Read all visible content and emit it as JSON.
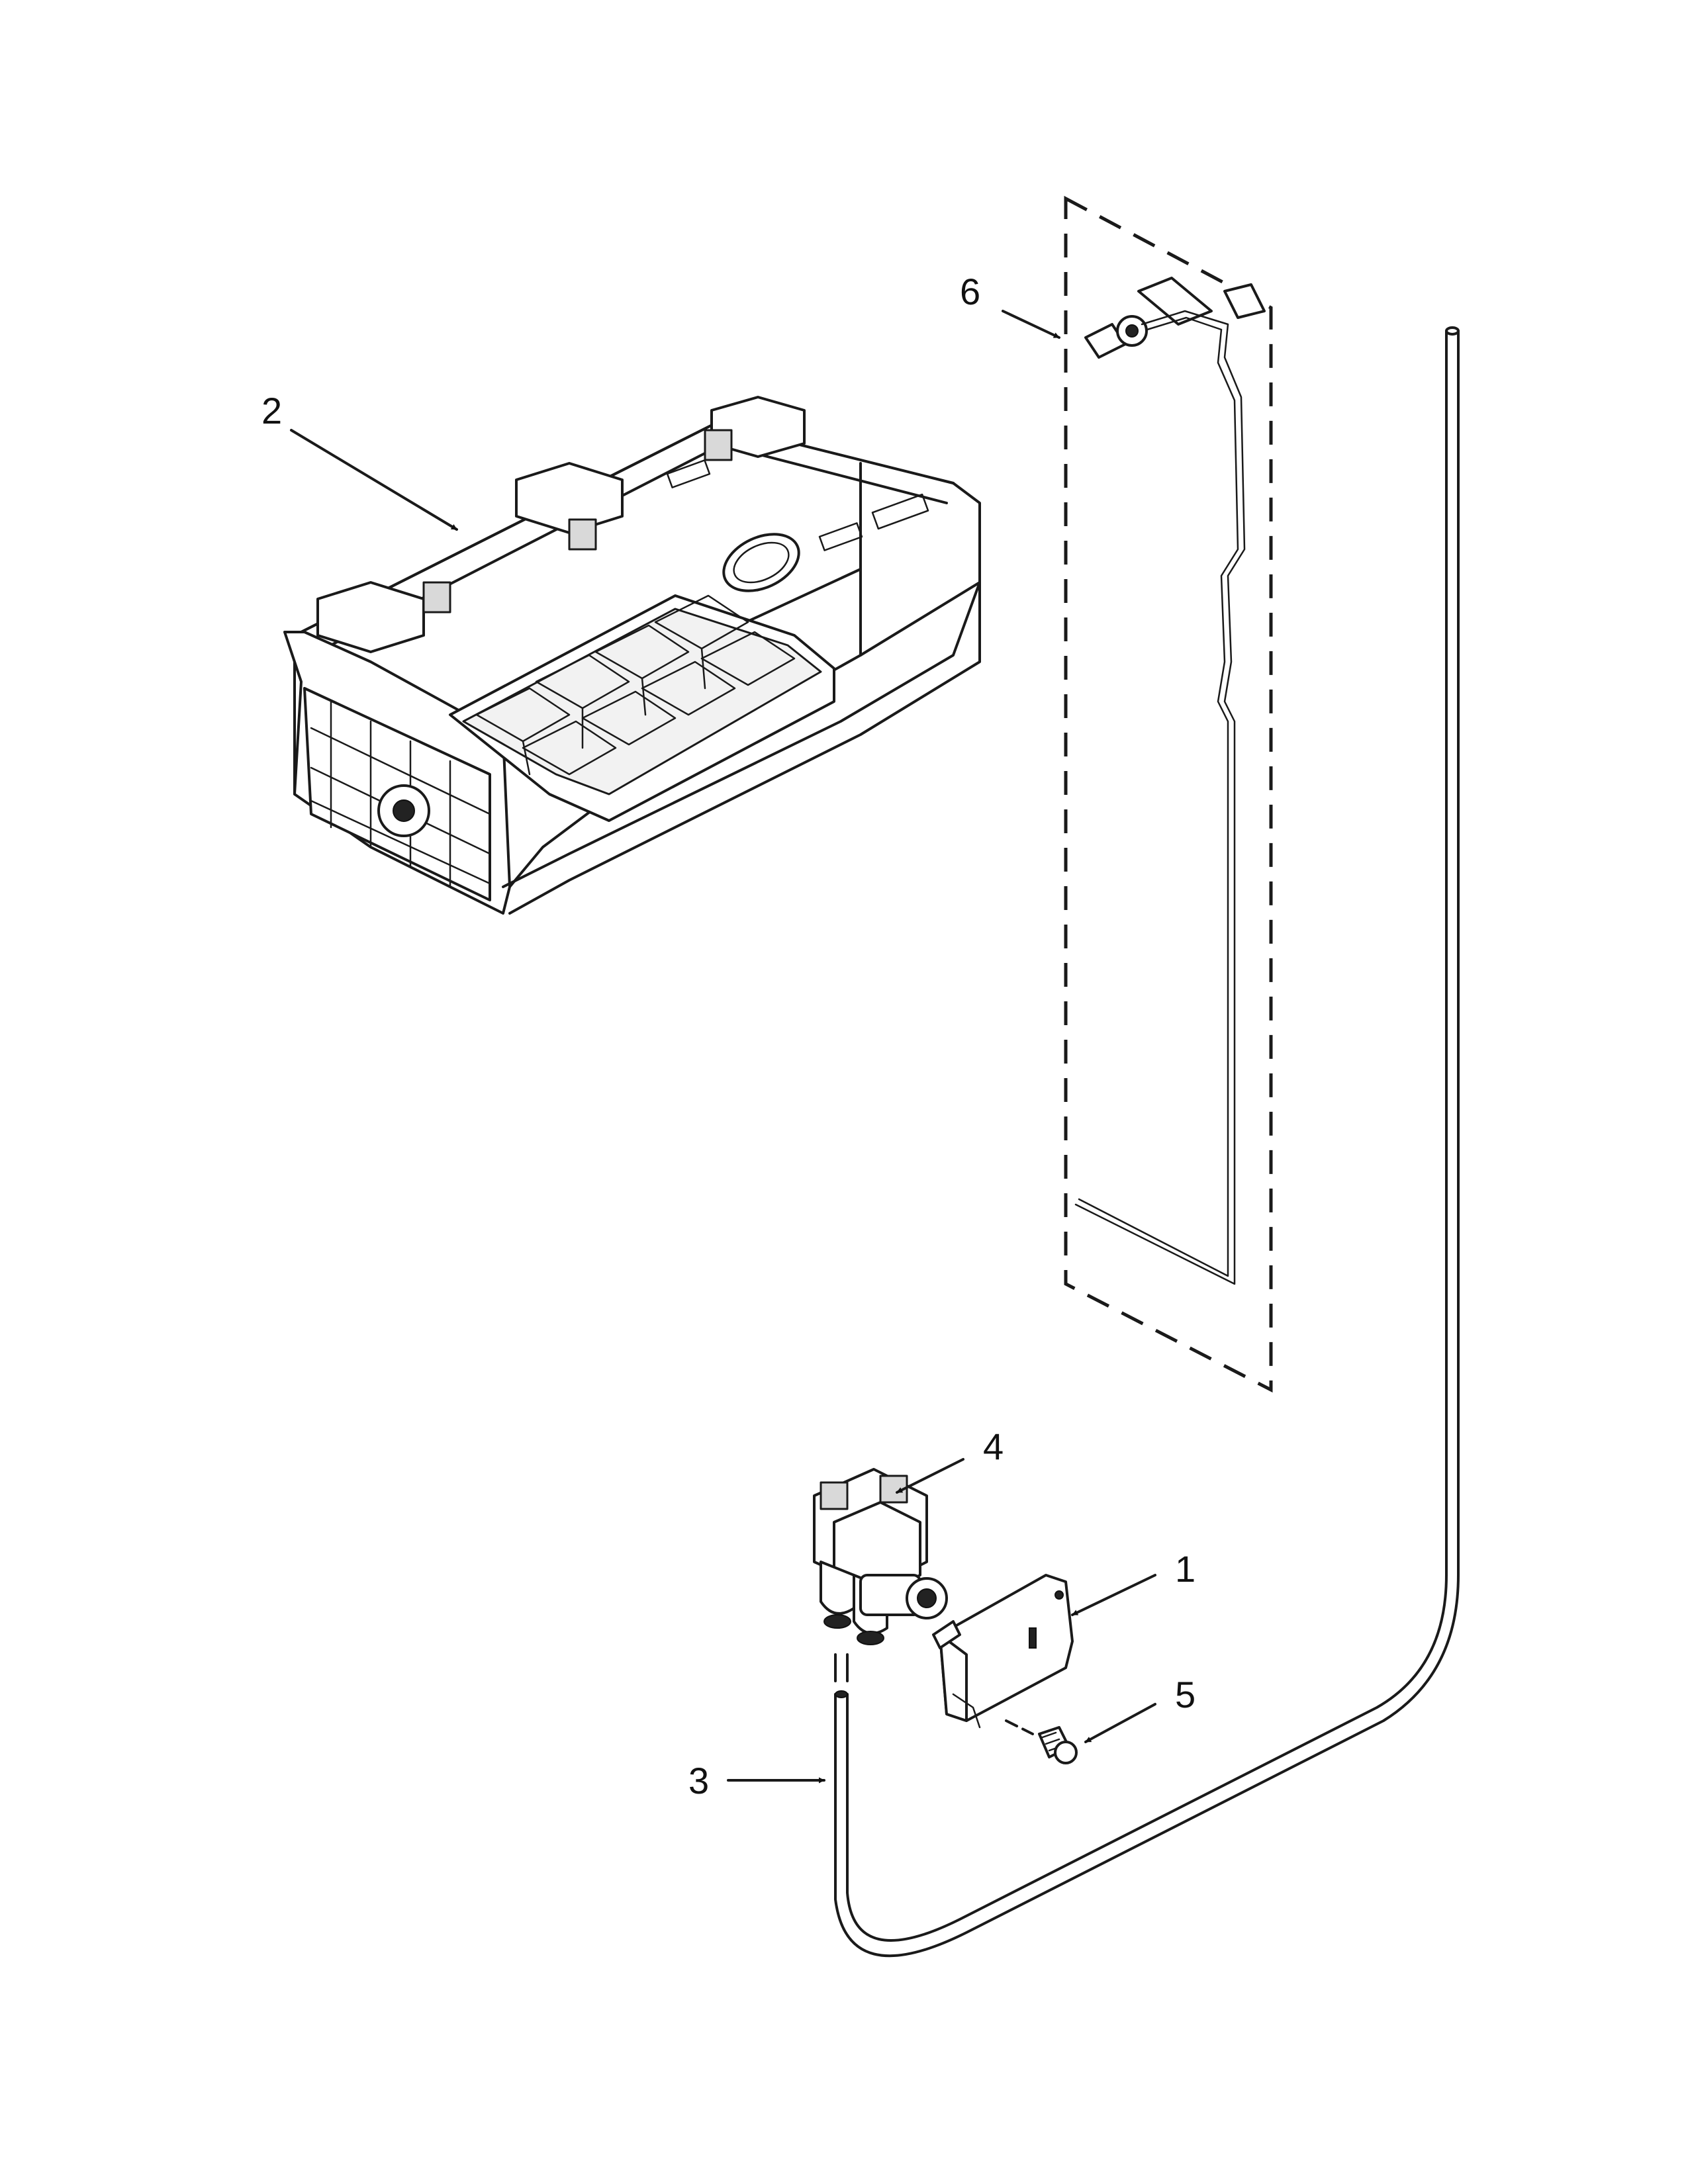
{
  "callouts": [
    {
      "id": "2",
      "label": "2"
    },
    {
      "id": "6",
      "label": "6"
    },
    {
      "id": "4",
      "label": "4"
    },
    {
      "id": "1",
      "label": "1"
    },
    {
      "id": "5",
      "label": "5"
    },
    {
      "id": "3",
      "label": "3"
    }
  ],
  "colors": {
    "ink": "#1a1a1a",
    "background": "#ffffff"
  }
}
